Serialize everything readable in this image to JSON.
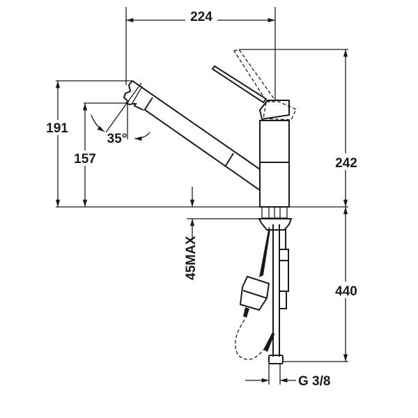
{
  "dimensions": {
    "spout_reach": "224",
    "height_spout_top": "191",
    "height_spout_outlet": "157",
    "swivel_angle": "35°",
    "total_height": "242",
    "countertop_thickness": "45MAX",
    "hose_length": "440",
    "connection_thread": "G 3/8"
  },
  "colors": {
    "line": "#1a1a1a",
    "background": "#ffffff"
  }
}
